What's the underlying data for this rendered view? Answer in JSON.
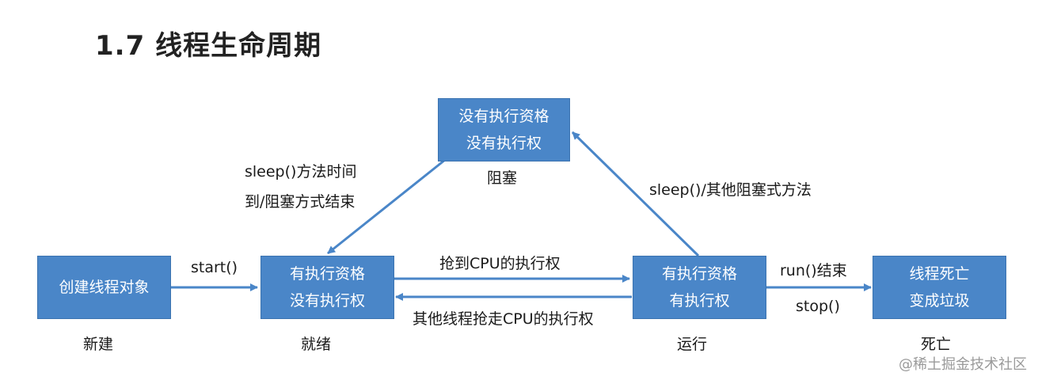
{
  "title": "1.7 线程生命周期",
  "states": {
    "blocked": {
      "line1": "没有执行资格",
      "line2": "没有执行权",
      "caption": "阻塞"
    },
    "new": {
      "line1": "创建线程对象",
      "caption": "新建"
    },
    "ready": {
      "line1": "有执行资格",
      "line2": "没有执行权",
      "caption": "就绪"
    },
    "running": {
      "line1": "有执行资格",
      "line2": "有执行权",
      "caption": "运行"
    },
    "dead": {
      "line1": "线程死亡",
      "line2": "变成垃圾",
      "caption": "死亡"
    }
  },
  "transitions": {
    "start": "start()",
    "to_ready_line1": "sleep()方法时间",
    "to_ready_line2": "到/阻塞方式结束",
    "to_blocked": "sleep()/其他阻塞式方法",
    "grab_cpu": "抢到CPU的执行权",
    "lose_cpu": "其他线程抢走CPU的执行权",
    "run_end": "run()结束",
    "stop": "stop()"
  },
  "watermark": "@稀土掘金技术社区",
  "colors": {
    "box": "#4a86c8",
    "arrow": "#4a86c8"
  }
}
